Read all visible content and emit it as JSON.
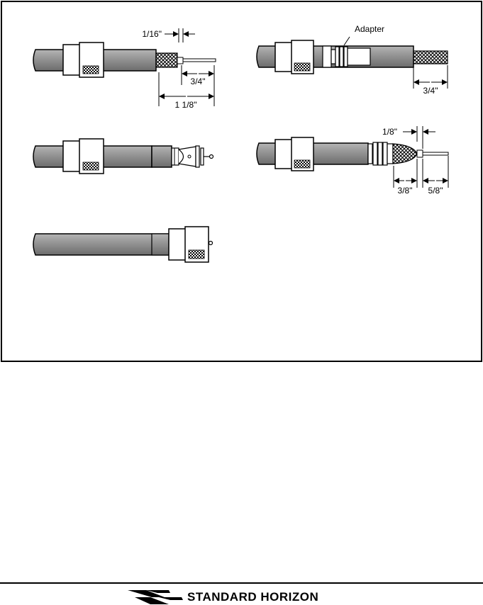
{
  "diagram": {
    "labels": {
      "fig1_strip_wire": "1/16\"",
      "fig1_strip_braid": "3/4\"",
      "fig1_strip_jacket": "1 1/8\"",
      "adapter": "Adapter",
      "fig4_strip_jacket": "3/4\"",
      "fig5_strip_wire": "1/8\"",
      "fig5_strip_braid": "3/8\"",
      "fig5_strip_center": "5/8\""
    }
  },
  "footer": {
    "brand": "STANDARD HORIZON",
    "logo": "standard-horizon-logo-icon"
  },
  "colors": {
    "cable_gray": "#8c8c8c",
    "cable_dark": "#6f6f6f",
    "line": "#000000",
    "background": "#ffffff"
  }
}
